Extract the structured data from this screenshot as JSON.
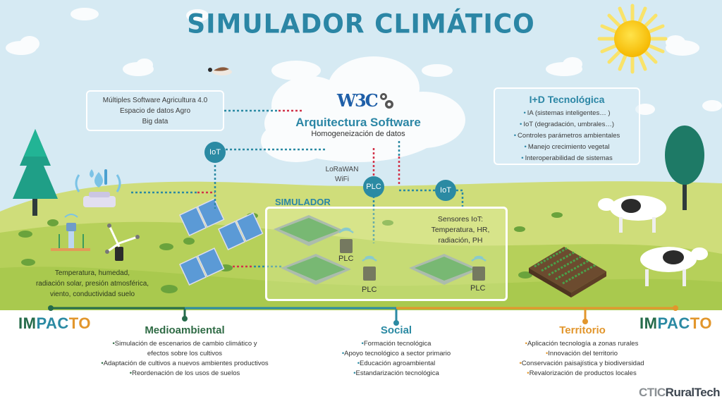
{
  "title": "SIMULADOR CLIMÁTICO",
  "colors": {
    "sky": "#d6eaf3",
    "grass_light": "#cfdd7a",
    "grass_dark": "#a9c94e",
    "teal": "#2b86a5",
    "green": "#256b4a",
    "orange": "#e2962c",
    "red_dash": "#d2334a"
  },
  "software_box": {
    "lines": [
      "Múltiples Software Agricultura 4.0",
      "Espacio de datos Agro",
      "Big data"
    ]
  },
  "architecture": {
    "logo": "W3C",
    "title": "Arquitectura Software",
    "subtitle": "Homogeneización de datos",
    "protocols": [
      "LoRaWAN",
      "WiFi"
    ]
  },
  "rd_box": {
    "title": "I+D Tecnológica",
    "items": [
      "IA (sistemas inteligentes… )",
      "IoT (degradación, umbrales…)",
      "Controles parámetros ambientales",
      "Manejo crecimiento vegetal",
      "Interoperabilidad de sistemas"
    ]
  },
  "nodes": {
    "iot_left": "IoT",
    "plc_center": "PLC",
    "iot_right": "IoT"
  },
  "simulator": {
    "label": "SIMULADOR",
    "sensors_text": [
      "Sensores IoT:",
      "Temperatura, HR,",
      "radiación, PH"
    ],
    "plc_labels": [
      "PLC",
      "PLC",
      "PLC"
    ]
  },
  "field_sensors_text": [
    "Temperatura, humedad,",
    "radiación solar, presión atmosférica,",
    "viento, conductividad suelo"
  ],
  "impact": {
    "label_parts": [
      "IM",
      "PAC",
      "TO"
    ],
    "categories": [
      {
        "name": "Medioambiental",
        "color": "#2f6b45",
        "items": [
          "Simulación de escenarios de cambio climático y",
          "efectos sobre los cultivos",
          "Adaptación de cultivos a nuevos ambientes productivos",
          "Reordenación de los usos de suelos"
        ]
      },
      {
        "name": "Social",
        "color": "#2b8aa3",
        "items": [
          "Formación tecnológica",
          "Apoyo tecnológico a sector primario",
          "Educación agroambiental",
          "Estandarización tecnológica"
        ]
      },
      {
        "name": "Territorio",
        "color": "#e2962c",
        "items": [
          "Aplicación tecnología a zonas rurales",
          "Innovación del territorio",
          "Conservación paisajística y biodiversidad",
          "Revalorización de productos locales"
        ]
      }
    ]
  },
  "logo": {
    "part1": "CTIC",
    "part2": "RuralTech"
  }
}
